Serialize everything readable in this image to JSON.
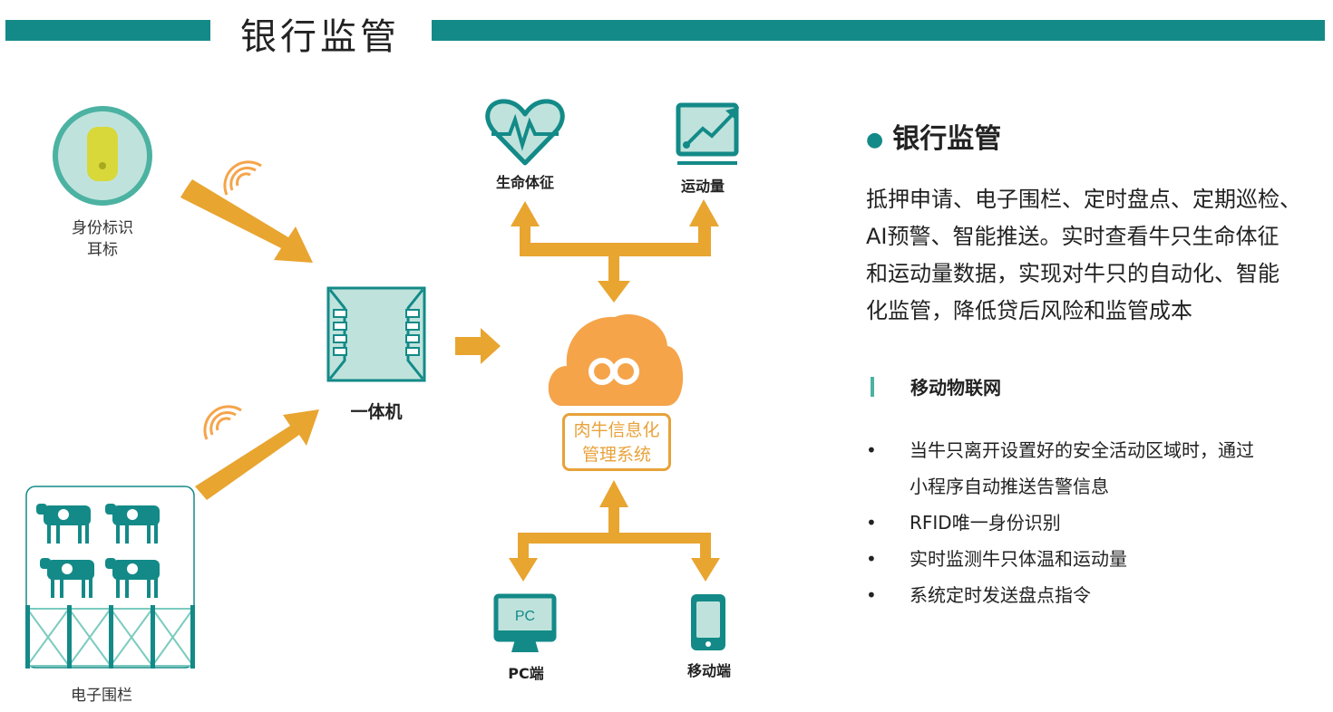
{
  "header": {
    "title": "银行监管"
  },
  "diagram": {
    "ear_tag_label": [
      "身份标识",
      "耳标"
    ],
    "fence_label": "电子围栏",
    "device_label": "一体机",
    "vital_label": "生命体征",
    "activity_label": "运动量",
    "system_label": [
      "肉牛信息化",
      "管理系统"
    ],
    "pc_label": "PC端",
    "pc_screen_text": "PC",
    "mobile_label": "移动端"
  },
  "right": {
    "heading": "银行监管",
    "paragraph": [
      "抵押申请、电子围栏、定时盘点、定期巡检、",
      "AI预警、智能推送。实时查看牛只生命体征",
      "和运动量数据，实现对牛只的自动化、智能",
      "化监管，降低贷后风险和监管成本"
    ],
    "subheading": "移动物联网",
    "items": [
      "当牛只离开设置好的安全活动区域时，通过",
      "小程序自动推送告警信息",
      "RFID唯一身份识别",
      "实时监测牛只体温和运动量",
      "系统定时发送盘点指令"
    ]
  },
  "colors": {
    "teal": "#138a88",
    "orange": "#e8a530",
    "cloud": "#f5a44a"
  }
}
